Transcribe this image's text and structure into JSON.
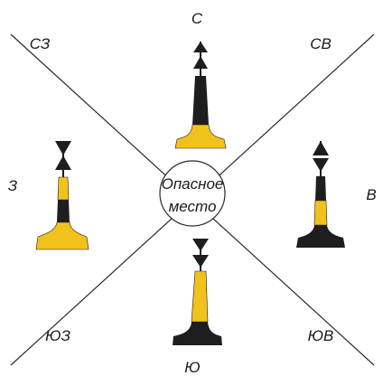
{
  "colors": {
    "yellow": "#f2c21c",
    "black": "#1e1e1e",
    "line": "#2a2a2a",
    "background": "#ffffff"
  },
  "directions": {
    "n": "С",
    "ne": "СВ",
    "e": "В",
    "se": "ЮВ",
    "s": "Ю",
    "sw": "ЮЗ",
    "w": "З",
    "nw": "СЗ"
  },
  "center": {
    "line1": "Опасное",
    "line2": "место"
  },
  "marks": [
    {
      "quadrant": "north",
      "topmark": "two cones pointing up",
      "bands": [
        "black",
        "yellow"
      ]
    },
    {
      "quadrant": "east",
      "topmark": "two cones base to base",
      "bands": [
        "black",
        "yellow",
        "black"
      ]
    },
    {
      "quadrant": "south",
      "topmark": "two cones pointing down",
      "bands": [
        "yellow",
        "black"
      ]
    },
    {
      "quadrant": "west",
      "topmark": "two cones point to point",
      "bands": [
        "yellow",
        "black",
        "yellow"
      ]
    }
  ]
}
